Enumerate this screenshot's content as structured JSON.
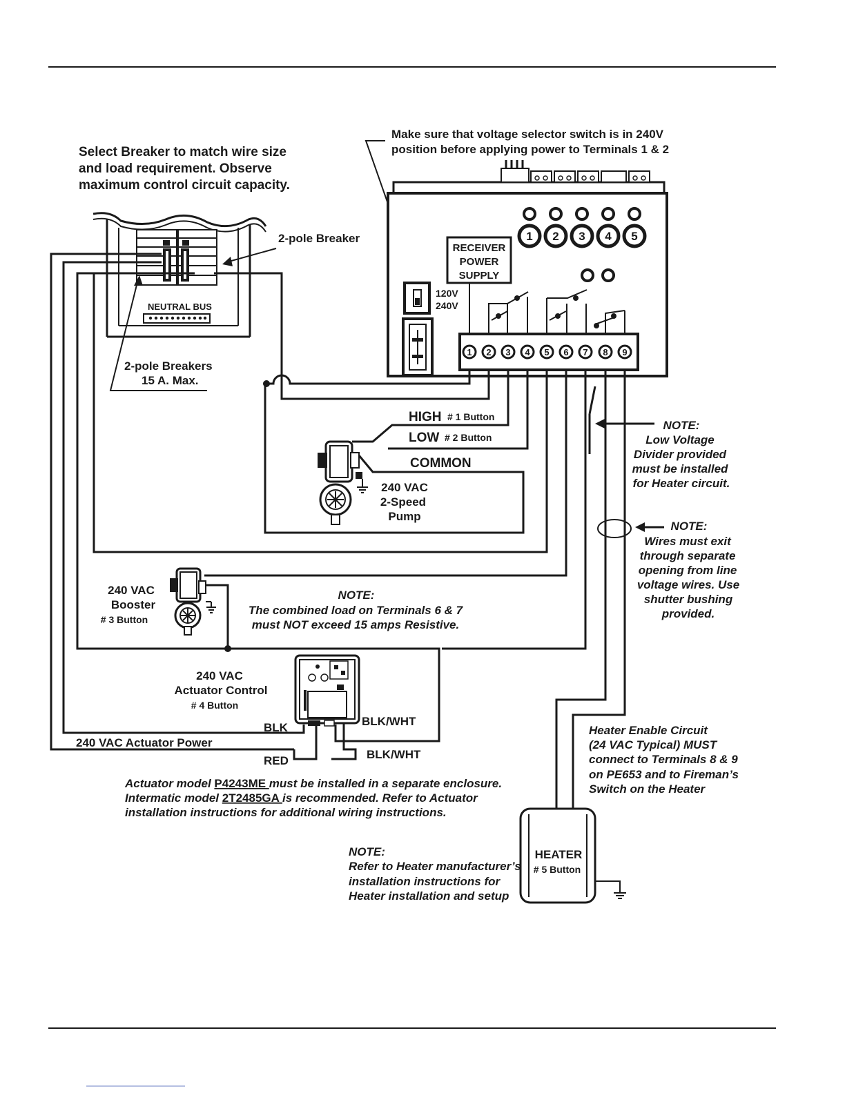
{
  "top_note": {
    "line1": "Make sure that voltage selector switch is in 240V",
    "line2": "position before applying power to Terminals 1 & 2"
  },
  "breaker_note": {
    "line1": "Select Breaker to match wire size",
    "line2": "and load requirement.  Observe",
    "line3": "maximum control circuit capacity."
  },
  "panel": {
    "two_pole_breaker": "2-pole Breaker",
    "neutral_bus": "NEUTRAL BUS",
    "breakers_line1": "2-pole Breakers",
    "breakers_line2": "15 A. Max."
  },
  "power_center": {
    "receiver_line1": "RECEIVER",
    "receiver_line2": "POWER",
    "receiver_line3": "SUPPLY",
    "v120": "120V",
    "v240": "240V",
    "relay_labels": [
      "1",
      "2",
      "3",
      "4",
      "5"
    ],
    "terminals": [
      "1",
      "2",
      "3",
      "4",
      "5",
      "6",
      "7",
      "8",
      "9"
    ]
  },
  "pump": {
    "high": "HIGH",
    "high_btn": "# 1 Button",
    "low": "LOW",
    "low_btn": "# 2 Button",
    "common": "COMMON",
    "line1": "240 VAC",
    "line2": "2-Speed",
    "line3": "Pump"
  },
  "booster": {
    "line1": "240 VAC",
    "line2": "Booster",
    "btn": "# 3 Button"
  },
  "actuator": {
    "line1": "240 VAC",
    "line2": "Actuator Control",
    "btn": "# 4 Button",
    "blk": "BLK",
    "red": "RED",
    "blk_wht_1": "BLK/WHT",
    "blk_wht_2": "BLK/WHT",
    "power": "240 VAC Actuator Power"
  },
  "notes": {
    "low_voltage": [
      "NOTE:",
      "Low Voltage",
      "Divider provided",
      "must be installed",
      "for Heater circuit."
    ],
    "wires_exit": [
      "NOTE:",
      "Wires must exit",
      "through separate",
      "opening from line",
      "voltage wires. Use",
      "shutter bushing",
      "provided."
    ],
    "combined_load": [
      "NOTE:",
      "The combined load on Terminals 6 & 7",
      "must NOT exceed 15 amps Resistive."
    ],
    "heater_enable": [
      "Heater Enable Circuit",
      "(24 VAC Typical) MUST",
      "connect to Terminals 8 & 9",
      "on PE653 and to Fireman’s",
      "Switch on the Heater"
    ],
    "heater_ref": [
      "NOTE:",
      "Refer to Heater manufacturer’s",
      "installation instructions for",
      "Heater installation and setup"
    ]
  },
  "actuator_note": {
    "l1_pre": "Actuator model ",
    "l1_model": "P4243ME ",
    "l1_post": "must be installed in a separate enclosure.",
    "l2_pre": "Intermatic model ",
    "l2_model": "2T2485GA ",
    "l2_post": "is recommended.  Refer to Actuator",
    "l3": "installation instructions for additional wiring instructions."
  },
  "heater": {
    "label": "HEATER",
    "btn": "# 5 Button"
  }
}
